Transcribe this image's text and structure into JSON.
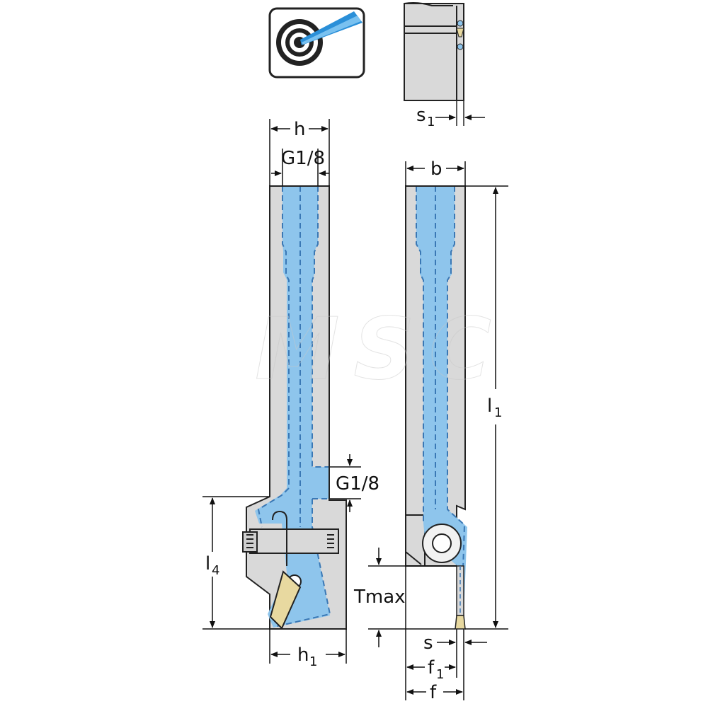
{
  "labels": {
    "h": "h",
    "g18_top": "G1/8",
    "g18_side": "G1/8",
    "b": "b",
    "s1_main": "s",
    "s1_sub": "1",
    "l1_main": "l",
    "l1_sub": "1",
    "l4_main": "l",
    "l4_sub": "4",
    "tmax": "Tmax",
    "h1_main": "h",
    "h1_sub": "1",
    "s": "s",
    "f1_main": "f",
    "f1_sub": "1",
    "f": "f"
  },
  "watermark": "MSC",
  "icons": {
    "coolant": "coolant-target-icon"
  },
  "colors": {
    "body": "#d9d9d9",
    "coolant": "#8ec5ec",
    "coolant_dark": "#3a78b5",
    "insert": "#e8d9a0",
    "outline": "#222222",
    "icon_beam": "#2a8fd8"
  }
}
